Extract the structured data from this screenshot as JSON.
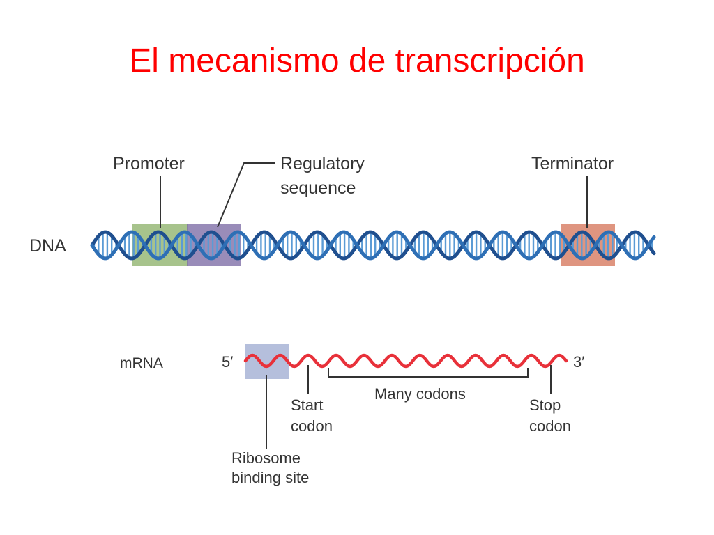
{
  "slide": {
    "title": "El mecanismo de transcripción"
  },
  "dna": {
    "label": "DNA",
    "promoter_label": "Promoter",
    "regulatory_label_line1": "Regulatory",
    "regulatory_label_line2": "sequence",
    "terminator_label": "Terminator"
  },
  "mrna": {
    "label": "mRNA",
    "five_prime": "5′",
    "three_prime": "3′",
    "many_codons": "Many codons",
    "start_line1": "Start",
    "start_line2": "codon",
    "stop_line1": "Stop",
    "stop_line2": "codon",
    "rbs_line1": "Ribosome",
    "rbs_line2": "binding site"
  },
  "colors": {
    "title": "#ff0000",
    "dna_strand": "#2e6fb5",
    "dna_strand_dark": "#1f4f8f",
    "dna_rung": "#5b9bd5",
    "promoter_box": "#98b878",
    "regulatory_box": "#7f6fa8",
    "terminator_box": "#d9826a",
    "rbs_box": "#a8b4d6",
    "mrna_strand": "#e8313a",
    "label_text": "#333333"
  }
}
